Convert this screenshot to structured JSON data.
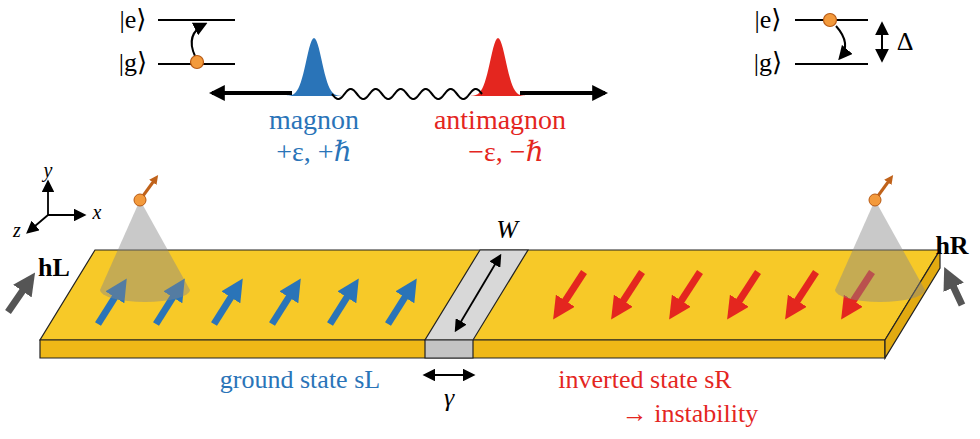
{
  "diagram": {
    "labels": [
      "|e⟩",
      "|g⟩",
      "|e⟩",
      "|g⟩",
      "Δ",
      "magnon",
      "+ε, +ℏ",
      "antimagnon",
      "−ε, −ℏ",
      "y",
      "x",
      "z",
      "hL",
      "W",
      "hR",
      "γ",
      "ground state sL",
      "inverted state sR",
      "→ instability"
    ]
  }
}
